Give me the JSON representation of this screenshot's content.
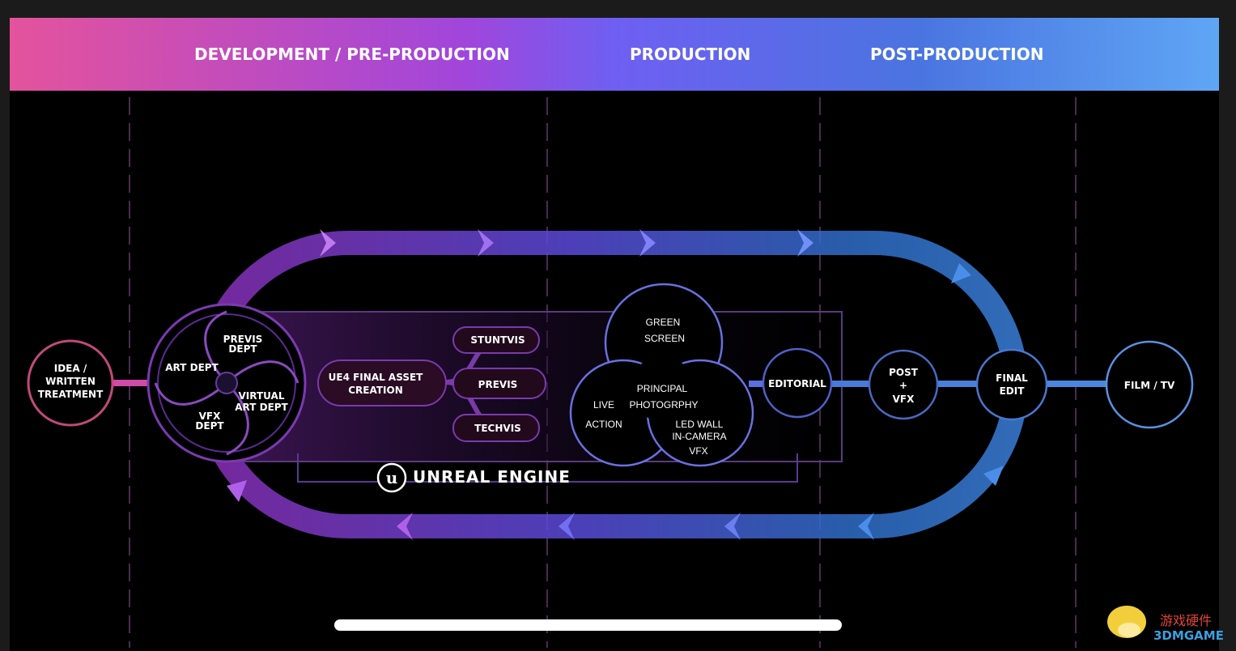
{
  "header": {
    "phases": [
      "DEVELOPMENT / PRE-PRODUCTION",
      "PRODUCTION",
      "POST-PRODUCTION"
    ]
  },
  "nodes": {
    "idea": [
      "IDEA /",
      "WRITTEN",
      "TREATMENT"
    ],
    "flower": {
      "previs_dept": [
        "PREVIS",
        "DEPT"
      ],
      "art_dept": "ART DEPT",
      "virtual_art_dept": [
        "VIRTUAL",
        "ART DEPT"
      ],
      "vfx_dept": [
        "VFX",
        "DEPT"
      ]
    },
    "ue4": [
      "UE4 FINAL ASSET",
      "CREATION"
    ],
    "vis": [
      "STUNTVIS",
      "PREVIS",
      "TECHVIS"
    ],
    "production": {
      "green_screen": [
        "GREEN",
        "SCREEN"
      ],
      "principal": [
        "PRINCIPAL",
        "PHOTOGRPHY"
      ],
      "live_action": [
        "LIVE",
        "ACTION"
      ],
      "led_wall": [
        "LED WALL",
        "IN-CAMERA",
        "VFX"
      ]
    },
    "editorial": "EDITORIAL",
    "post_vfx": [
      "POST",
      "+",
      "VFX"
    ],
    "final_edit": [
      "FINAL",
      "EDIT"
    ],
    "film_tv": "FILM / TV"
  },
  "brand": "UNREAL ENGINE",
  "watermark": {
    "cn": "游戏硬件",
    "en": "3DMGAME"
  },
  "colors": {
    "pink": "#e0509a",
    "purple": "#9a48dc",
    "violet": "#6a62f2",
    "blue": "#4f8fe8"
  }
}
